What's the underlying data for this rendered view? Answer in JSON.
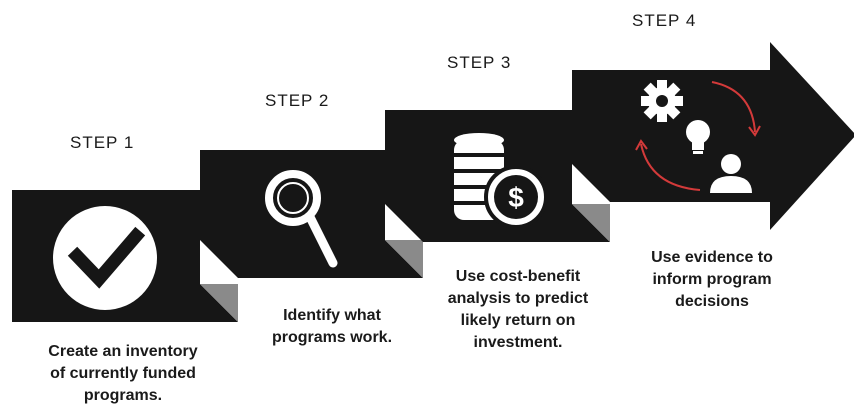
{
  "colors": {
    "block": "#161616",
    "fold": "#8a8a8a",
    "icon": "#ffffff",
    "arrows": "#d33a3a",
    "text": "#1a1a1a"
  },
  "steps": [
    {
      "label": "STEP 1",
      "icon": "checkmark-icon",
      "caption": [
        "Create an inventory",
        "of currently funded",
        "programs."
      ]
    },
    {
      "label": "STEP 2",
      "icon": "magnifying-glass-icon",
      "caption": [
        "Identify what",
        "programs work."
      ]
    },
    {
      "label": "STEP 3",
      "icon": "coins-dollar-icon",
      "caption": [
        "Use cost-benefit",
        "analysis to predict",
        "likely return on",
        "investment."
      ]
    },
    {
      "label": "STEP 4",
      "icon": "cycle-gear-bulb-person-icon",
      "caption": [
        "Use evidence to",
        "inform program",
        "decisions"
      ]
    }
  ]
}
